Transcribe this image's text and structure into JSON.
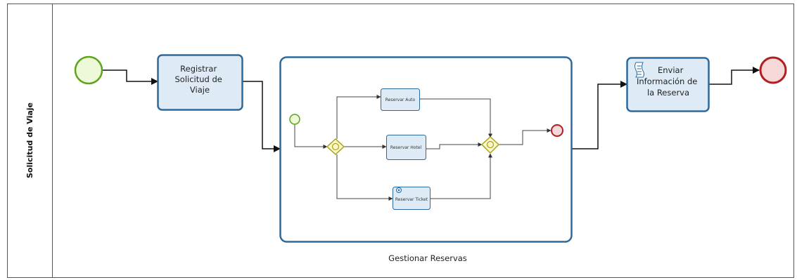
{
  "pool": {
    "lane_label": "Solicitud de Viaje"
  },
  "tasks": {
    "register": {
      "lines": [
        "Registrar",
        "Solicitud de",
        "Viaje"
      ]
    },
    "send_info": {
      "lines": [
        "Enviar",
        "Información de",
        "la Reserva"
      ],
      "icon": "script-icon"
    }
  },
  "subprocess": {
    "label": "Gestionar Reservas",
    "tasks": {
      "car": "Reservar Auto",
      "hotel": "Reservar Hotel",
      "ticket": "Reservar Ticket"
    }
  },
  "colors": {
    "task_fill": "#deebf7",
    "task_stroke": "#2c6a9e",
    "start_stroke": "#5ea51e",
    "start_fill": "#eef9d9",
    "end_stroke": "#b01f1f",
    "end_fill": "#f7d8d8",
    "gateway_stroke": "#a9a21a",
    "gateway_fill": "#fbf7c8"
  }
}
